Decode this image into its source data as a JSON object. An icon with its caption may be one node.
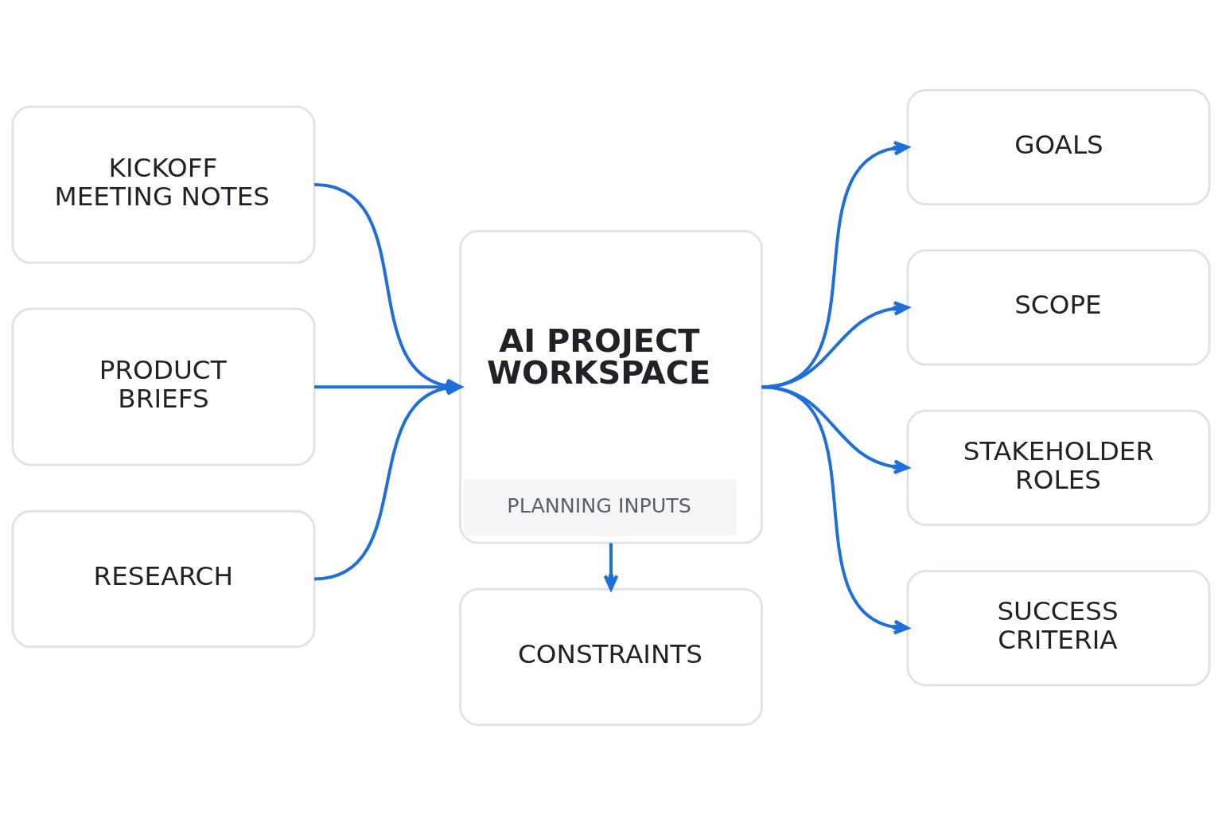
{
  "diagram": {
    "nodes": [
      {
        "text": [
          "KICKOFF MEETING NOTES"
        ]
      },
      {
        "text": [
          "PRODUCT BRIEFS"
        ]
      },
      {
        "text": [
          "RESEARCH"
        ]
      },
      {
        "text": [
          "AI PROJECT WORKSPACE",
          "PLANNING INPUTS"
        ]
      },
      {
        "text": [
          "CONSTRAINTS"
        ]
      },
      {
        "text": [
          "GOALS"
        ]
      },
      {
        "text": [
          "SCOPE"
        ]
      },
      {
        "text": [
          "STAKEHOLDER ROLES"
        ]
      },
      {
        "text": [
          "SUCCESS CRITERIA"
        ]
      }
    ],
    "edges": [
      {
        "from": 0,
        "to": 3,
        "arrow": "to"
      },
      {
        "from": 1,
        "to": 3,
        "arrow": "to"
      },
      {
        "from": 2,
        "to": 3,
        "arrow": "to"
      },
      {
        "from": 3,
        "to": 4,
        "arrow": "to"
      },
      {
        "from": 3,
        "to": 5,
        "arrow": "to"
      },
      {
        "from": 3,
        "to": 6,
        "arrow": "to"
      },
      {
        "from": 3,
        "to": 7,
        "arrow": "to"
      },
      {
        "from": 3,
        "to": 8,
        "arrow": "to"
      }
    ]
  }
}
